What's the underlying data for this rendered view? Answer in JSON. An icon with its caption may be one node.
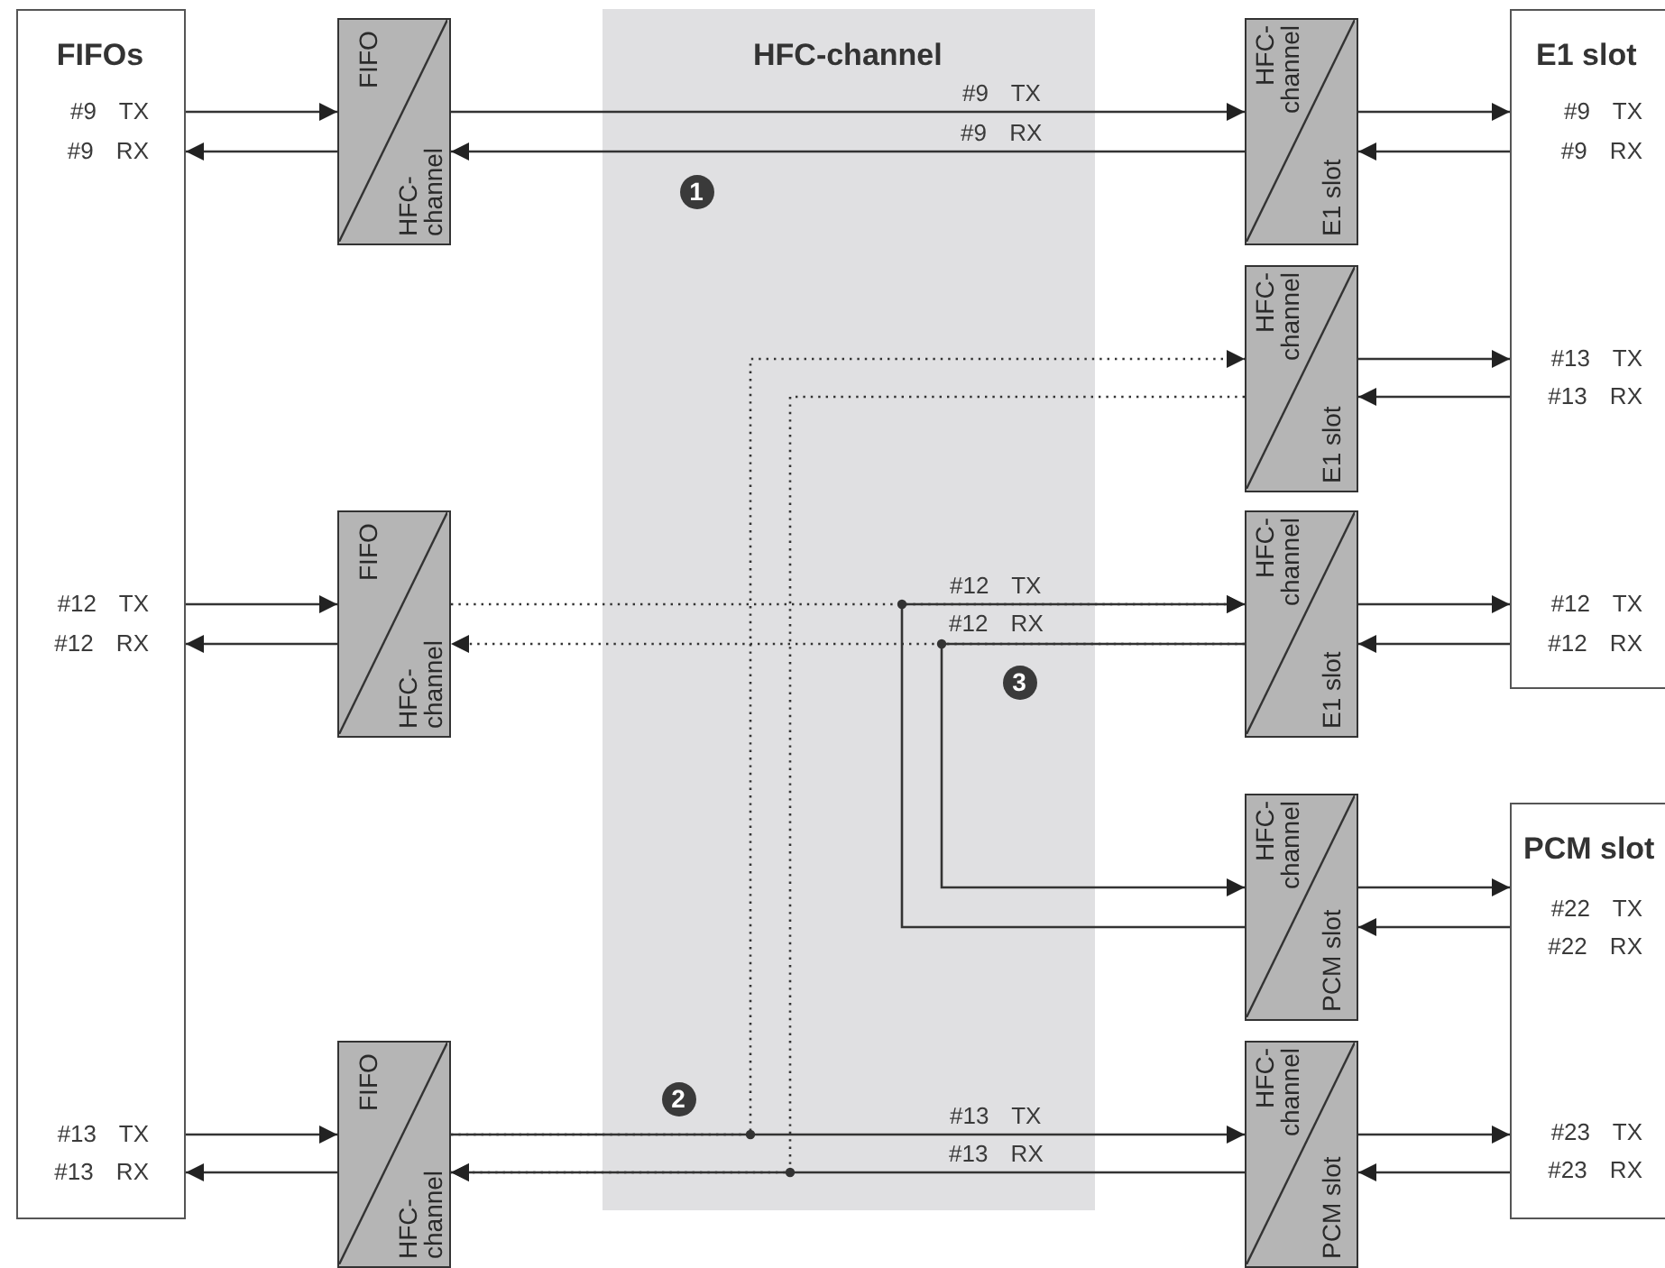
{
  "diagram": {
    "nodes": [
      {
        "text": [
          "FIFOs",
          "#9 TX",
          "#9 RX",
          "#12 TX",
          "#12 RX",
          "#13 TX",
          "#13 RX"
        ]
      },
      {
        "text": [
          "FIFO",
          "HFC- channel"
        ]
      },
      {
        "text": [
          "FIFO",
          "HFC- channel"
        ]
      },
      {
        "text": [
          "FIFO",
          "HFC- channel"
        ]
      },
      {
        "text": [
          "HFC- channel",
          "E1 slot"
        ]
      },
      {
        "text": [
          "HFC- channel",
          "E1 slot"
        ]
      },
      {
        "text": [
          "HFC- channel",
          "E1 slot"
        ]
      },
      {
        "text": [
          "HFC- channel",
          "PCM slot"
        ]
      },
      {
        "text": [
          "HFC- channel",
          "PCM slot"
        ]
      },
      {
        "text": [
          "E1 slot",
          "#9 TX",
          "#9 RX",
          "#13 TX",
          "#13 RX",
          "#12 TX",
          "#12 RX"
        ]
      },
      {
        "text": [
          "PCM slot",
          "#22 TX",
          "#22 RX",
          "#23 TX",
          "#23 RX"
        ]
      }
    ],
    "edges": [
      {
        "from": 0,
        "to": 1,
        "arrow": "to"
      },
      {
        "from": 1,
        "to": 0,
        "arrow": "to"
      },
      {
        "from": 1,
        "to": 4,
        "arrow": "to",
        "label": "#9 TX"
      },
      {
        "from": 4,
        "to": 1,
        "arrow": "to",
        "label": "#9 RX"
      },
      {
        "from": 4,
        "to": 9,
        "arrow": "to"
      },
      {
        "from": 9,
        "to": 4,
        "arrow": "to"
      },
      {
        "from": 5,
        "to": 9,
        "arrow": "to"
      },
      {
        "from": 9,
        "to": 5,
        "arrow": "to"
      },
      {
        "from": 3,
        "to": 5,
        "arrow": "to",
        "style": "dashed"
      },
      {
        "from": 5,
        "to": 3,
        "arrow": "to",
        "style": "dashed"
      },
      {
        "from": 0,
        "to": 2,
        "arrow": "to"
      },
      {
        "from": 2,
        "to": 0,
        "arrow": "to"
      },
      {
        "from": 2,
        "to": 6,
        "arrow": "to",
        "style": "dashed",
        "label": "#12 TX"
      },
      {
        "from": 6,
        "to": 2,
        "arrow": "to",
        "style": "dashed",
        "label": "#12 RX"
      },
      {
        "from": 6,
        "to": 9,
        "arrow": "to"
      },
      {
        "from": 9,
        "to": 6,
        "arrow": "to"
      },
      {
        "from": 6,
        "to": 7,
        "arrow": "to"
      },
      {
        "from": 7,
        "to": 6,
        "arrow": "to"
      },
      {
        "from": 7,
        "to": 10,
        "arrow": "to"
      },
      {
        "from": 10,
        "to": 7,
        "arrow": "to"
      },
      {
        "from": 0,
        "to": 3,
        "arrow": "to"
      },
      {
        "from": 3,
        "to": 0,
        "arrow": "to"
      },
      {
        "from": 3,
        "to": 8,
        "arrow": "to",
        "label": "#13 TX"
      },
      {
        "from": 8,
        "to": 3,
        "arrow": "to",
        "label": "#13 RX"
      },
      {
        "from": 8,
        "to": 10,
        "arrow": "to"
      },
      {
        "from": 10,
        "to": 8,
        "arrow": "to"
      }
    ],
    "labels": [
      "HFC-channel",
      "1",
      "2",
      "3"
    ]
  }
}
